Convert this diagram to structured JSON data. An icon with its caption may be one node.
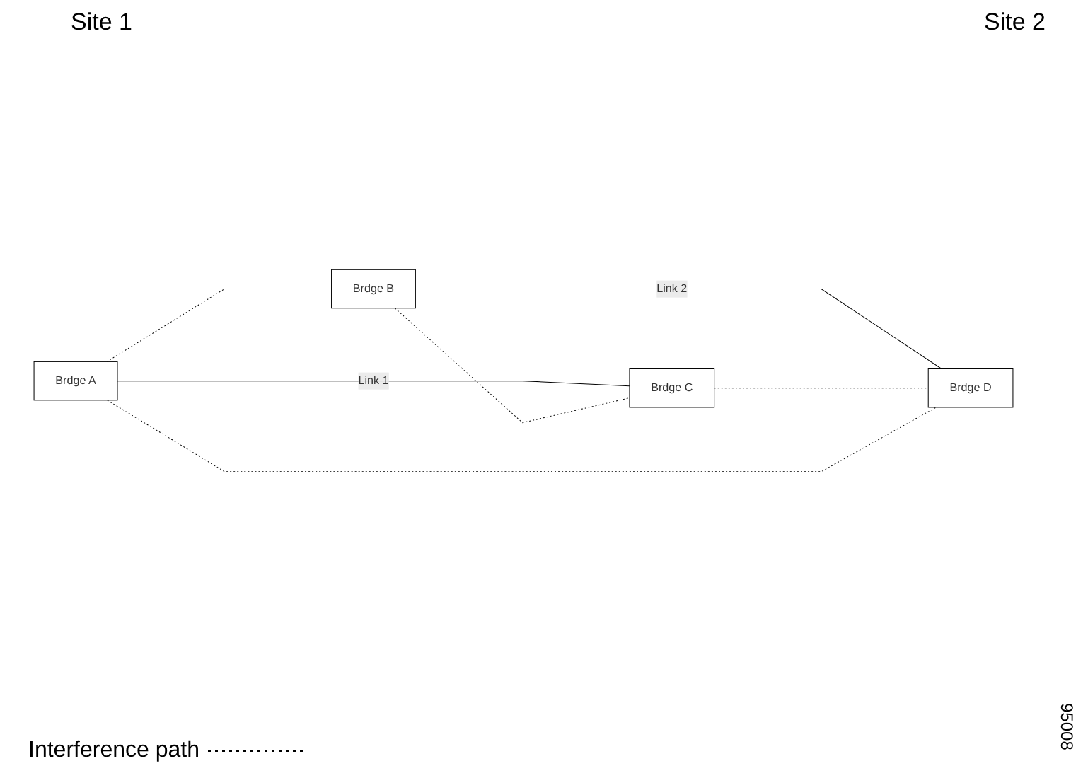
{
  "diagram": {
    "nodes": [
      {
        "text": [
          "Brdge A"
        ]
      },
      {
        "text": [
          "Brdge C"
        ]
      },
      {
        "text": [
          "Brdge B"
        ]
      },
      {
        "text": [
          "Brdge D"
        ]
      }
    ],
    "edges": [
      {
        "from": 0,
        "to": 1,
        "arrow": "none",
        "label": "Link 1"
      },
      {
        "from": 2,
        "to": 3,
        "arrow": "none",
        "label": "Link 2"
      },
      {
        "from": 0,
        "to": 2,
        "arrow": "none",
        "style": "dashed"
      },
      {
        "from": 1,
        "to": 3,
        "arrow": "none",
        "style": "dashed"
      },
      {
        "from": 0,
        "to": 3,
        "arrow": "none",
        "style": "dashed"
      },
      {
        "from": 2,
        "to": 1,
        "arrow": "none",
        "style": "dashed"
      }
    ],
    "labels": [
      "Site 1",
      "Site 2",
      "95008"
    ],
    "legend": [
      {
        "text": "Interference path"
      }
    ]
  }
}
